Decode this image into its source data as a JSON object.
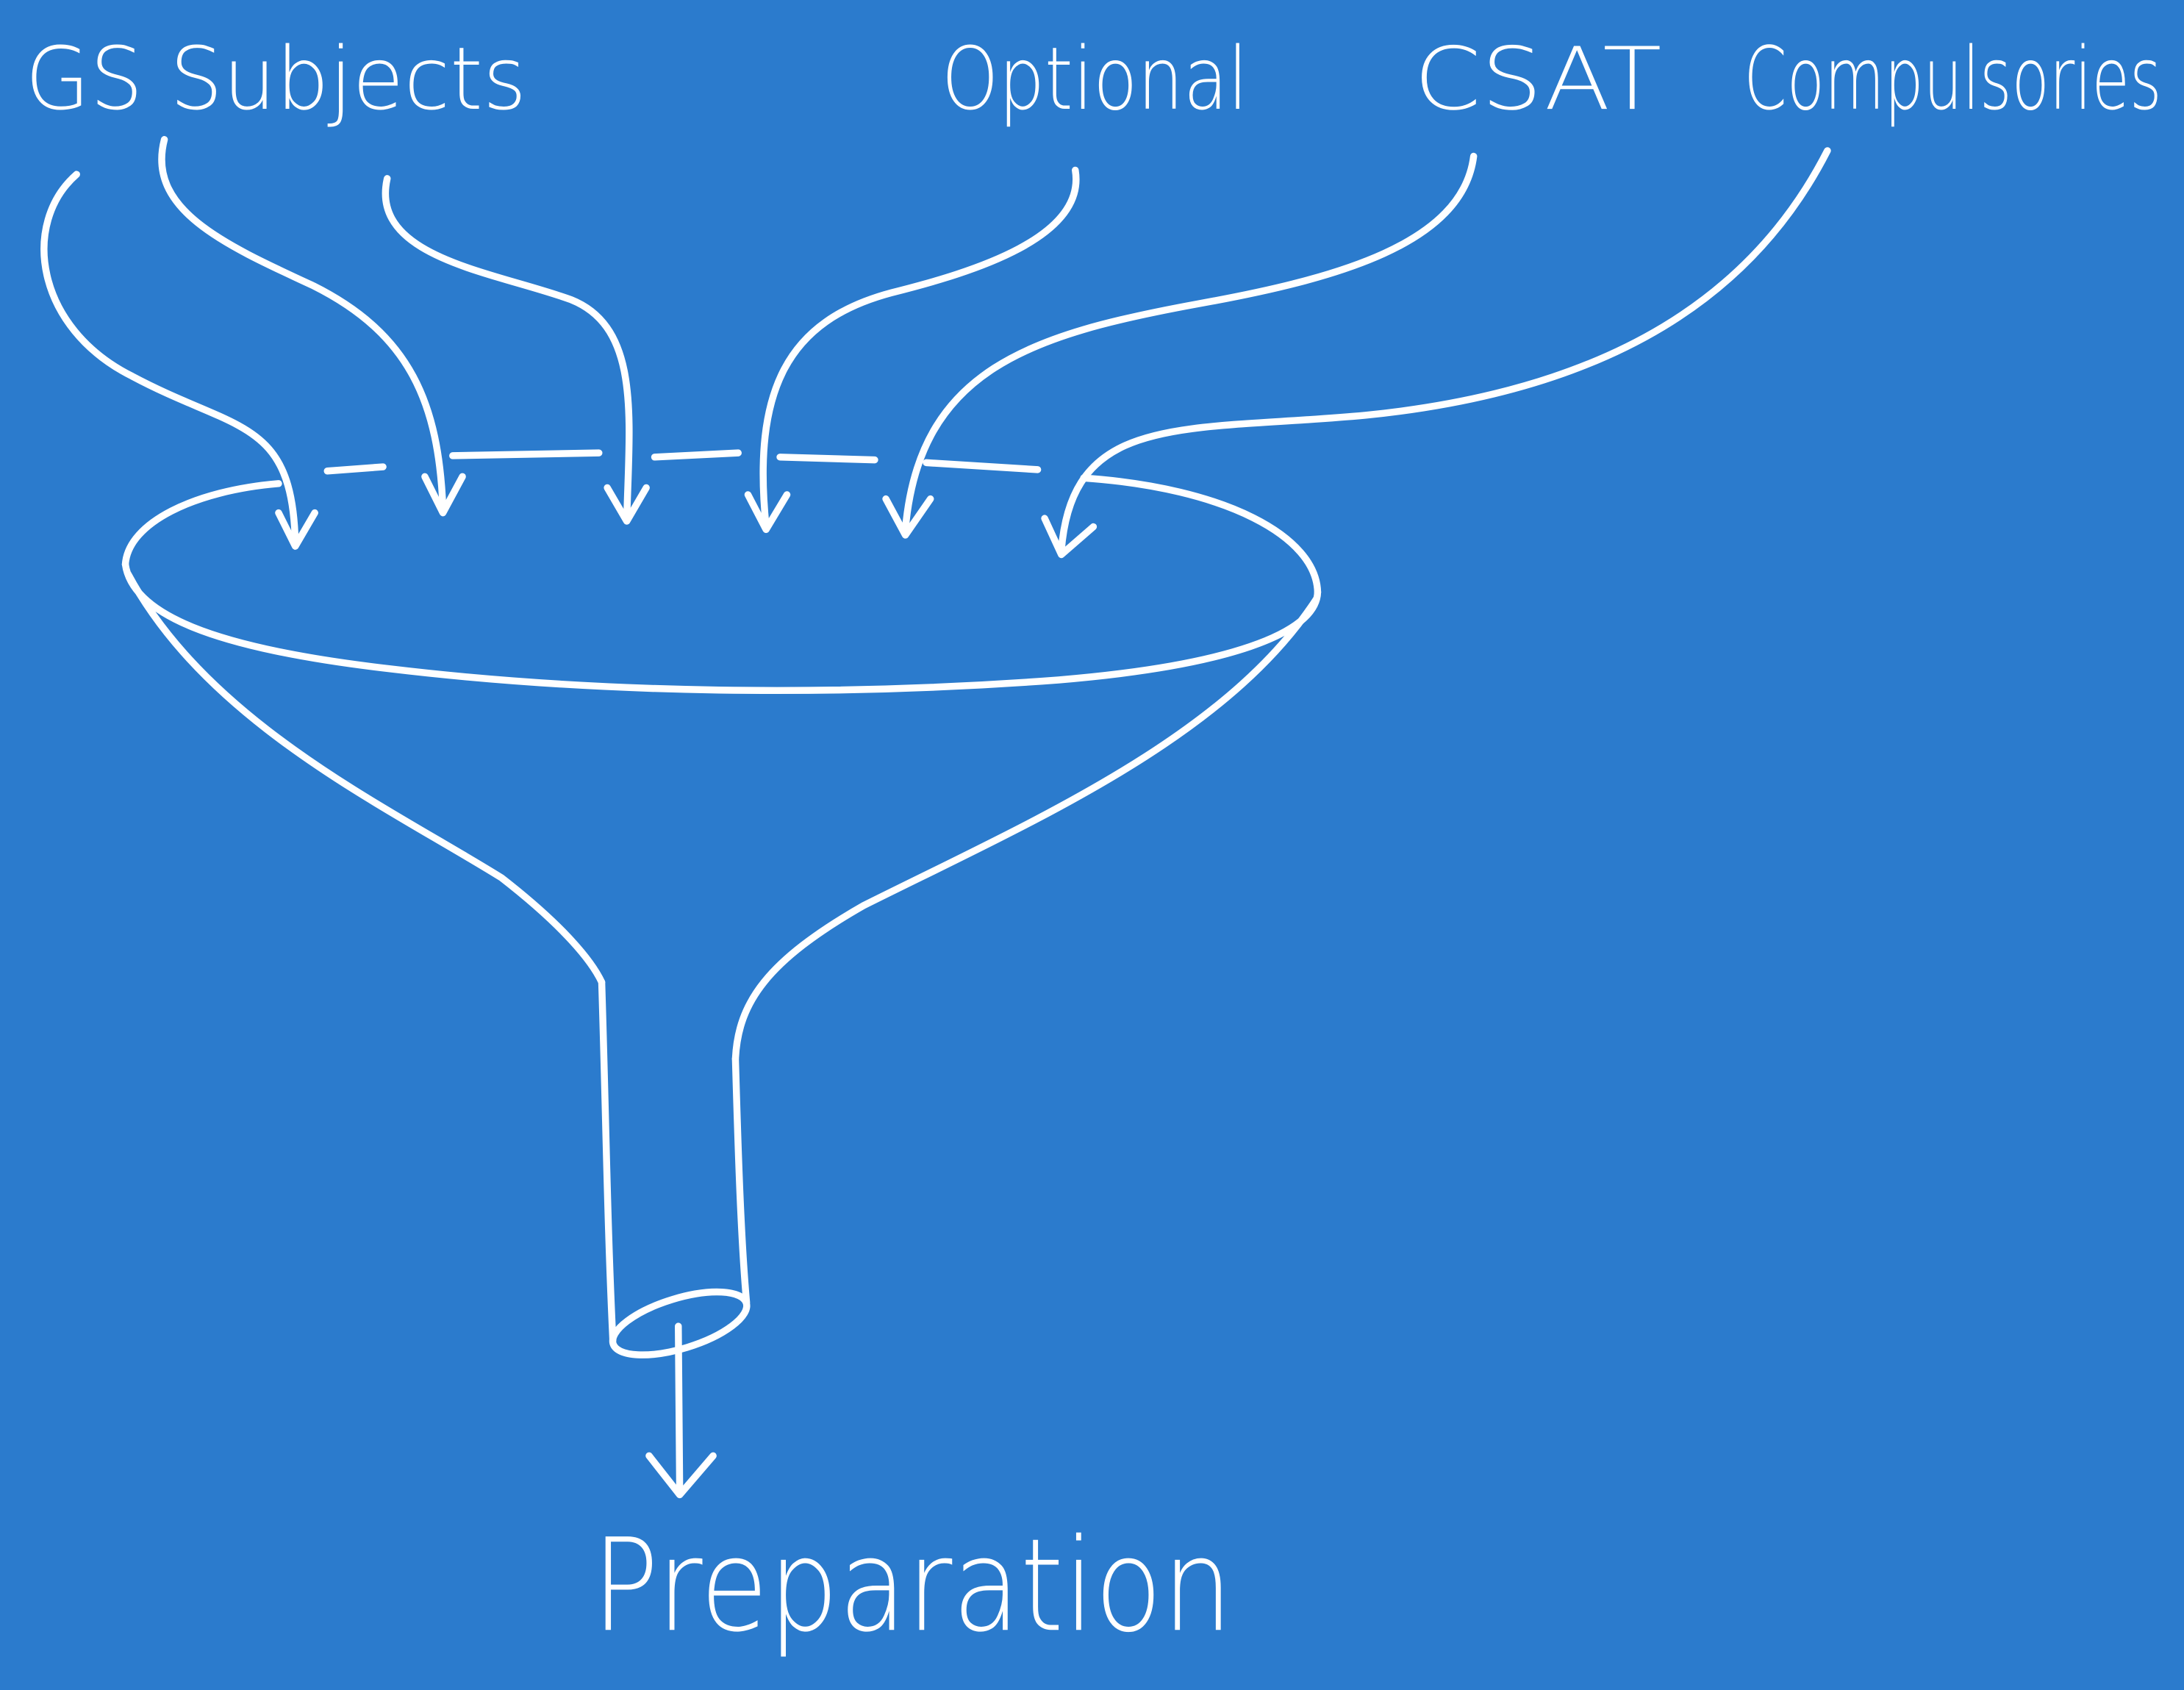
{
  "diagram": {
    "background_color": "#2b7bcd",
    "ink_color": "#ffffff",
    "inputs": {
      "gs_subjects": "GS Subjects",
      "optional": "Optional",
      "csat": "CSAT",
      "compulsories": "Compulsories"
    },
    "output": "Preparation"
  }
}
